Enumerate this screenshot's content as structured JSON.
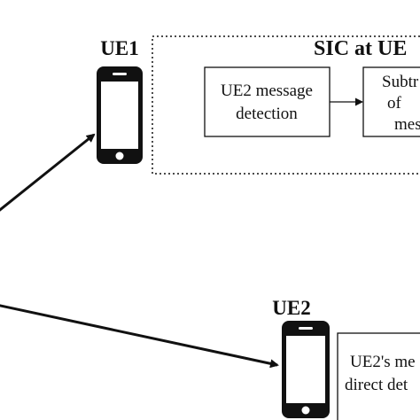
{
  "ue1": {
    "label": "UE1"
  },
  "ue2": {
    "label": "UE2"
  },
  "sic_region": {
    "title": "SIC at UE"
  },
  "boxes": {
    "ue2_detection": {
      "line1": "UE2 message",
      "line2": "detection"
    },
    "subtraction": {
      "line1": "Subtr",
      "line2": "of",
      "line3": "mes"
    },
    "ue2_direct": {
      "line1": "UE2's me",
      "line2": "direct det"
    }
  },
  "colors": {
    "stroke": "#111111",
    "phone_body": "#111111",
    "phone_screen": "#ffffff",
    "background": "#ffffff"
  }
}
